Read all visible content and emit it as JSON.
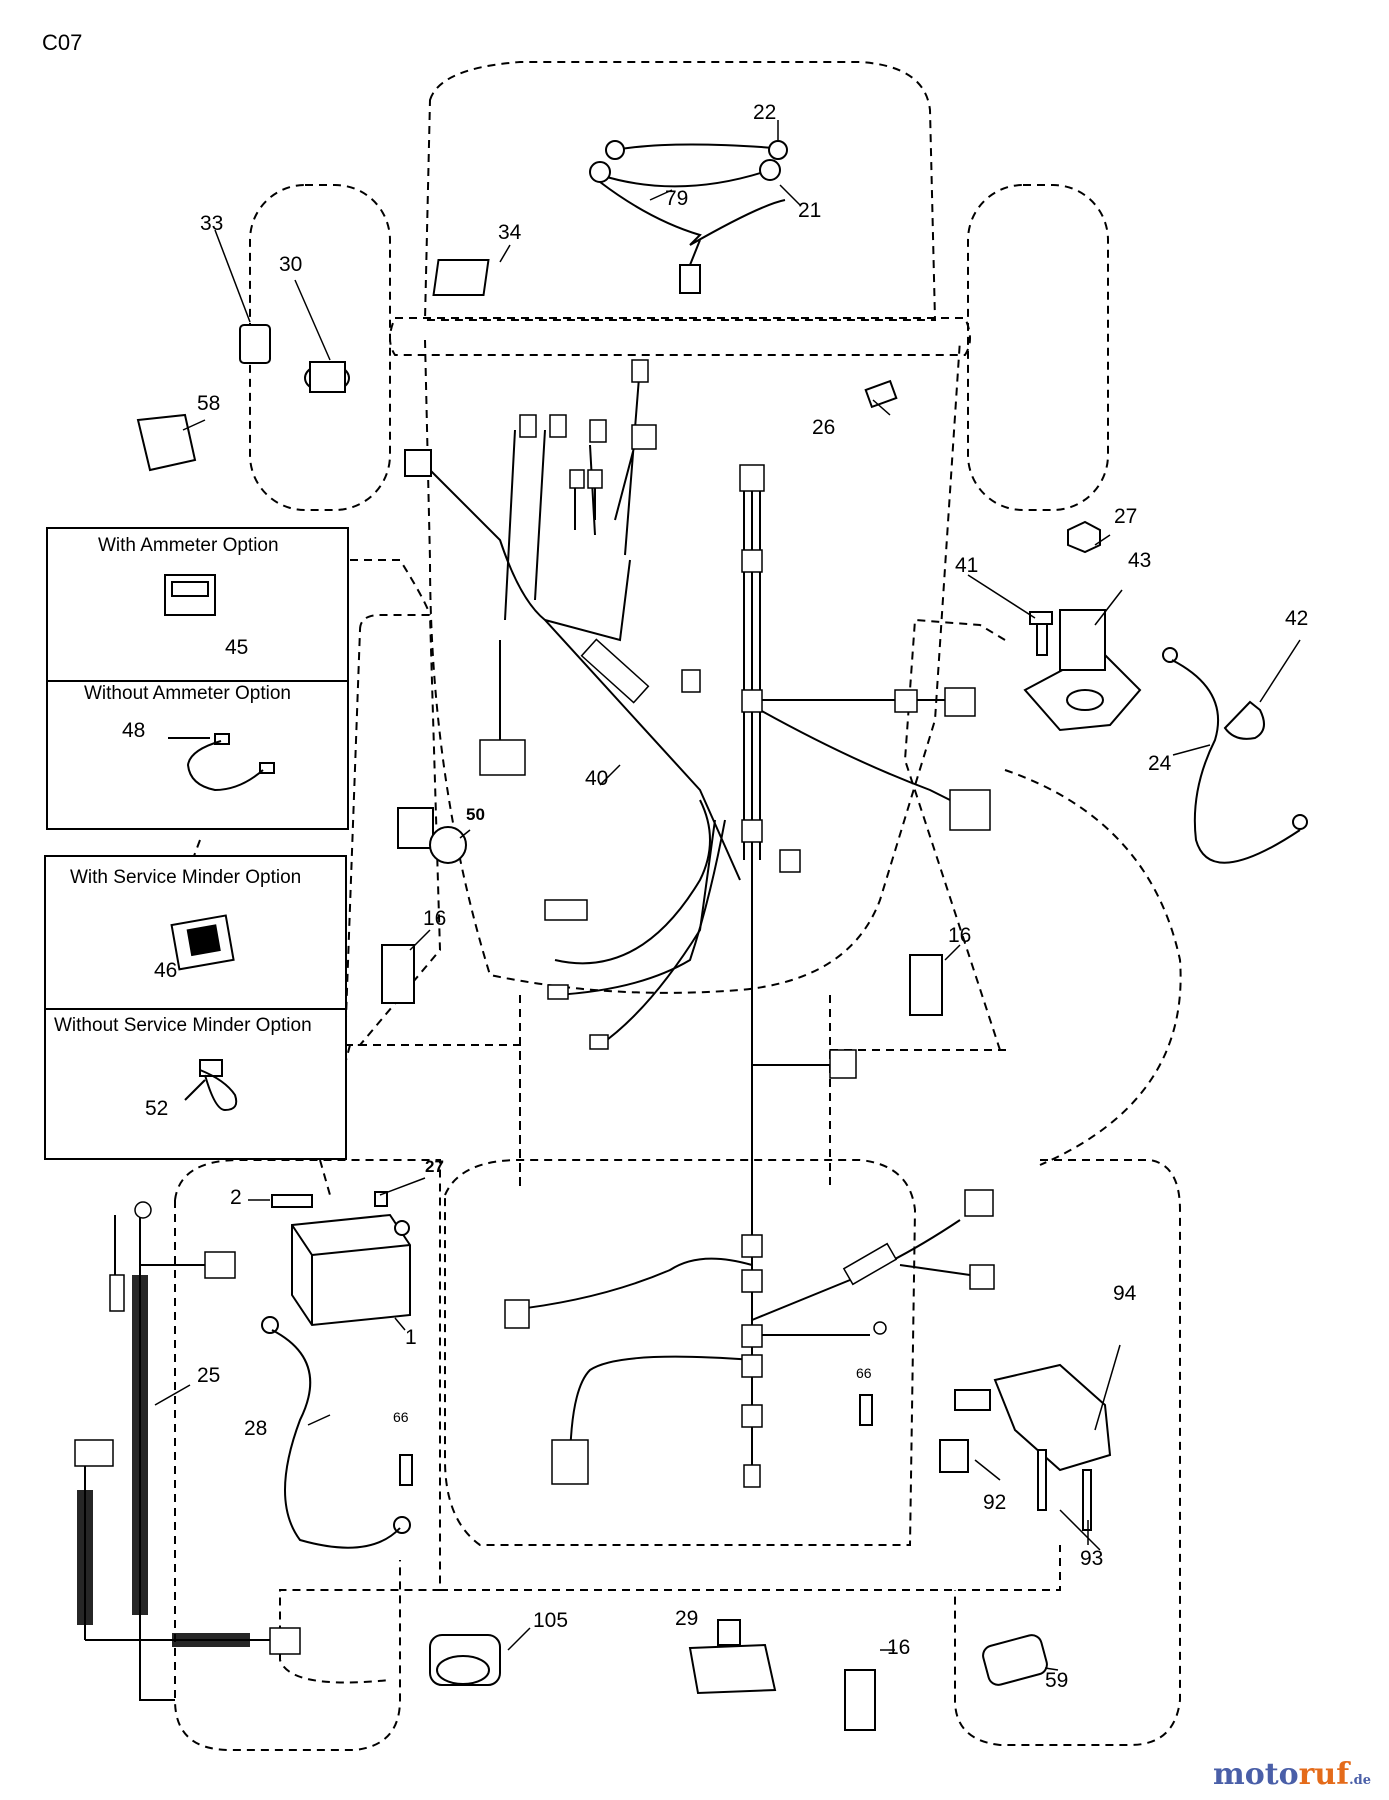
{
  "diagram_code": "C07",
  "option_boxes": {
    "ammeter_with": "With Ammeter Option",
    "ammeter_without": "Without Ammeter Option",
    "minder_with": "With Service Minder Option",
    "minder_without": "Without Service Minder Option"
  },
  "callouts": {
    "p22": "22",
    "p79": "79",
    "p21": "21",
    "p33": "33",
    "p30": "30",
    "p34": "34",
    "p58": "58",
    "p26": "26",
    "p27a": "27",
    "p41": "41",
    "p43": "43",
    "p42": "42",
    "p45": "45",
    "p48": "48",
    "p40": "40",
    "p24": "24",
    "p50": "50",
    "p16a": "16",
    "p16b": "16",
    "p46": "46",
    "p52": "52",
    "p2": "2",
    "p27b": "27",
    "p1": "1",
    "p94": "94",
    "p25": "25",
    "p66a": "66",
    "p66b": "66",
    "p28": "28",
    "p92": "92",
    "p93": "93",
    "p105": "105",
    "p29": "29",
    "p16c": "16",
    "p59": "59"
  },
  "watermark": {
    "part1": "moto",
    "part2": "ruf",
    "suffix": ".de"
  }
}
